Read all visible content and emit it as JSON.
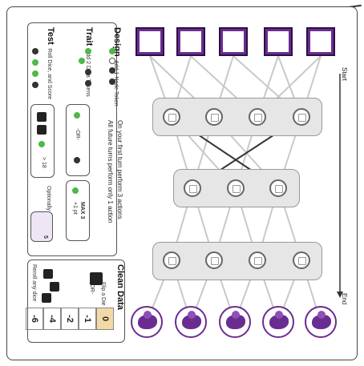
{
  "board": {
    "start_label": "Start",
    "end_label": "End",
    "rule_line_1": "On your first turn perform 3 actions",
    "rule_line_2": "All future turns perform only 1 action"
  },
  "actions": {
    "design": {
      "title": "Design",
      "desc": "Add 1 Node Token"
    },
    "trait": {
      "title": "Trait",
      "desc": "Add 2 Data Tokens",
      "or_label": "-OR-",
      "max_label": "MAX 3",
      "bonus_label": "+1 pt"
    },
    "test": {
      "title": "Test",
      "desc": "Roll Dice, and Score",
      "threshold_label": "> 18",
      "clean_label": "Optionally Clean Data",
      "clean_value": "5"
    },
    "clean": {
      "title": "Clean Data",
      "flip_label": "Flip a Die",
      "or_label": "-OR-",
      "reroll_label": "Reroll any dice"
    }
  },
  "score_track": [
    "0",
    "-1",
    "-2",
    "-4",
    "-6"
  ],
  "colors": {
    "purple": "#6b2c91",
    "green": "#4fb848",
    "tray": "#e6e6e6",
    "highlight": "#f3d9a6"
  },
  "icons": {
    "cards": [
      "cat-icon",
      "bird-icon",
      "squirrel-icon",
      "fox-icon",
      "seal-icon"
    ],
    "creatures": [
      "skunk-icon",
      "seal-icon",
      "dog-icon",
      "lizard-icon",
      "fish-icon"
    ]
  }
}
